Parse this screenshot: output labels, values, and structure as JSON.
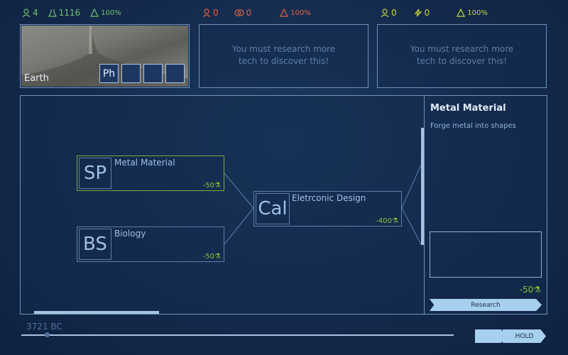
{
  "players": [
    {
      "color": "#6fc36a",
      "population": "4",
      "science": "1116",
      "approval": "100%"
    },
    {
      "color": "#e2633e",
      "population": "0",
      "resource": "0",
      "approval": "100%"
    },
    {
      "color": "#c7d93a",
      "population": "0",
      "energy": "0",
      "approval": "100%"
    }
  ],
  "planet": {
    "name": "Earth",
    "slots": [
      "Ph",
      "",
      "",
      ""
    ]
  },
  "locked_panels": [
    "You must research more\ntech to discover this!",
    "You must research more\ntech to discover this!"
  ],
  "tech_tree": {
    "nodes": [
      {
        "abbr": "SP",
        "name": "Metal Material",
        "cost": "-50",
        "selected": true
      },
      {
        "abbr": "BS",
        "name": "Biology",
        "cost": "-50",
        "selected": false
      },
      {
        "abbr": "Cal",
        "name": "Eletrconic Design",
        "cost": "-400",
        "selected": false
      }
    ]
  },
  "detail": {
    "title": "Metal Material",
    "description": "Forge metal into shapes",
    "cost": "-50",
    "research_label": "Research"
  },
  "timeline": {
    "date": "3721 BC",
    "hold_label": "HOLD"
  },
  "colors": {
    "science_green": "#86c23c",
    "accent_blue": "#a7cff0"
  }
}
